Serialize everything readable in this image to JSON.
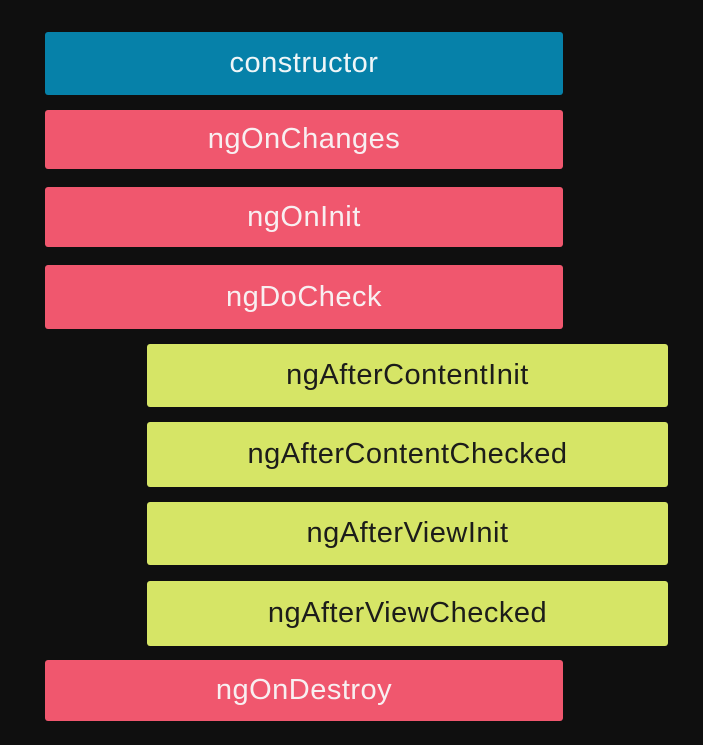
{
  "colors": {
    "background": "#0f0f0f",
    "constructor_bar": "#0681a9",
    "lifecycle_hook_bar": "#f0576e",
    "after_hook_bar": "#d6e566",
    "light_text": "#f8eff1",
    "dark_text": "#1c1c1a"
  },
  "bars": [
    {
      "label": "constructor",
      "color": "#0681a9",
      "indented": false
    },
    {
      "label": "ngOnChanges",
      "color": "#f0576e",
      "indented": false
    },
    {
      "label": "ngOnInit",
      "color": "#f0576e",
      "indented": false
    },
    {
      "label": "ngDoCheck",
      "color": "#f0576e",
      "indented": false
    },
    {
      "label": "ngAfterContentInit",
      "color": "#d6e566",
      "indented": true
    },
    {
      "label": "ngAfterContentChecked",
      "color": "#d6e566",
      "indented": true
    },
    {
      "label": "ngAfterViewInit",
      "color": "#d6e566",
      "indented": true
    },
    {
      "label": "ngAfterViewChecked",
      "color": "#d6e566",
      "indented": true
    },
    {
      "label": "ngOnDestroy",
      "color": "#f0576e",
      "indented": false
    }
  ]
}
